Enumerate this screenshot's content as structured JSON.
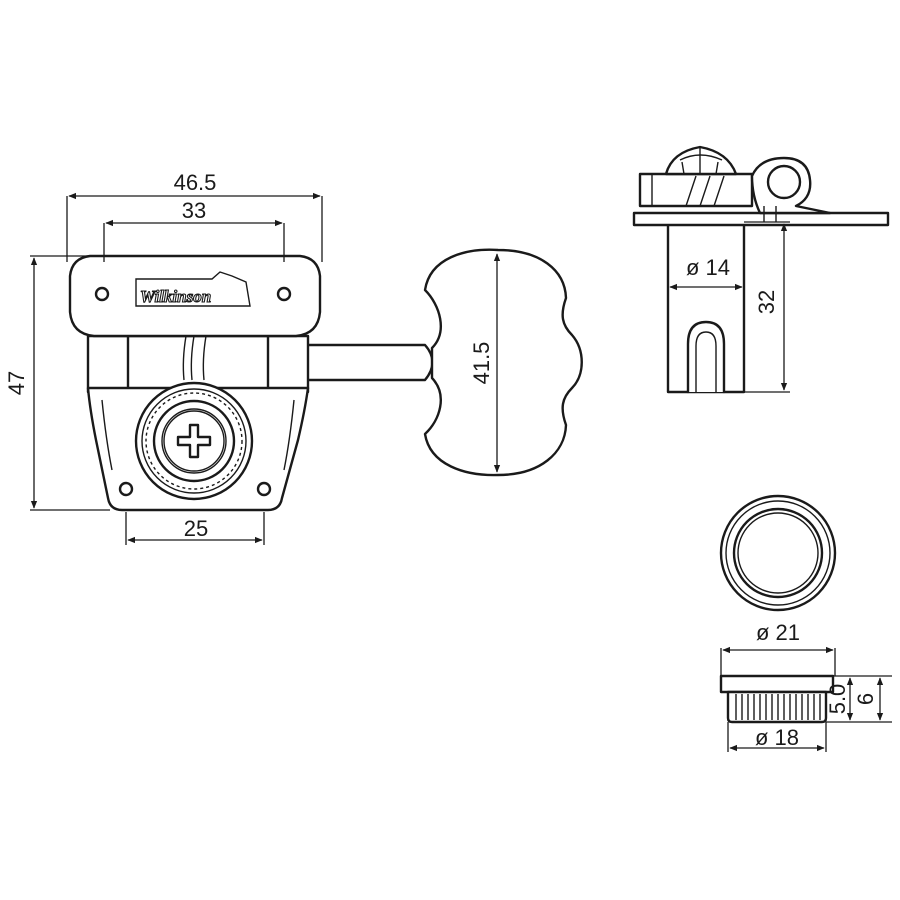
{
  "brand_logo": "Wilkinson",
  "dimensions": {
    "overall_width": "46.5",
    "screw_spacing": "33",
    "height": "47",
    "bottom_width": "25",
    "button_height": "41.5",
    "post_diameter": "ø 14",
    "post_height": "32",
    "bushing_outer": "ø 21",
    "bushing_inner": "ø 18",
    "bushing_h1": "5.0",
    "bushing_h2": "6"
  }
}
